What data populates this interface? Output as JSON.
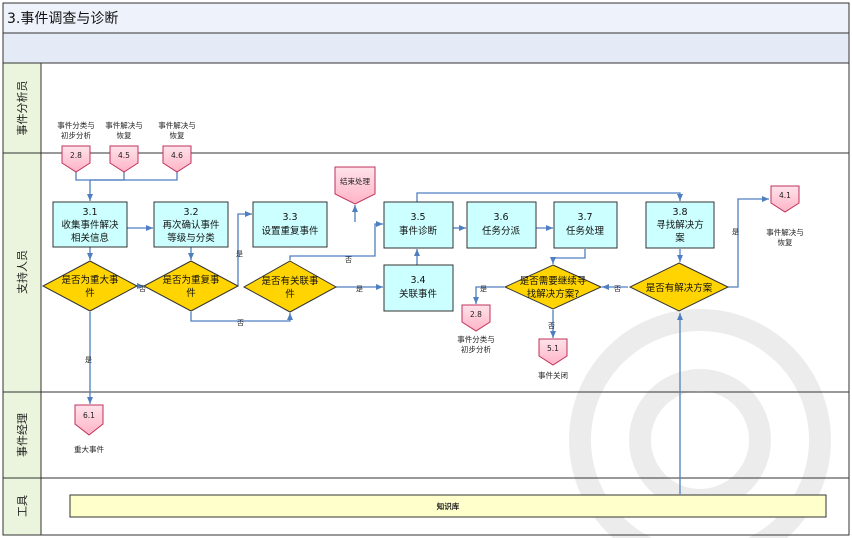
{
  "title": "3.事件调查与诊断",
  "lanes": [
    {
      "key": "analyst",
      "label": "事件分析员"
    },
    {
      "key": "support",
      "label": "支持人员"
    },
    {
      "key": "manager",
      "label": "事件经理"
    },
    {
      "key": "tools",
      "label": "工具"
    }
  ],
  "connectors": {
    "c28_top": {
      "code": "2.8",
      "caption": [
        "事件分类与",
        "初步分析"
      ]
    },
    "c45": {
      "code": "4.5",
      "caption": [
        "事件解决与",
        "恢复"
      ]
    },
    "c46": {
      "code": "4.6",
      "caption": [
        "事件解决与",
        "恢复"
      ]
    },
    "c_end": {
      "code": "结束处理"
    },
    "c41": {
      "code": "4.1",
      "caption": [
        "事件解决与",
        "恢复"
      ]
    },
    "c28_mid": {
      "code": "2.8",
      "caption": [
        "事件分类与",
        "初步分析"
      ]
    },
    "c51": {
      "code": "5.1",
      "caption": [
        "事件关闭"
      ]
    },
    "c61": {
      "code": "6.1",
      "caption": [
        "重大事件"
      ]
    }
  },
  "processes": {
    "p31": {
      "num": "3.1",
      "lines": [
        "收集事件解决",
        "相关信息"
      ]
    },
    "p32": {
      "num": "3.2",
      "lines": [
        "再次确认事件",
        "等级与分类"
      ]
    },
    "p33": {
      "num": "3.3",
      "lines": [
        "设置重复事件"
      ]
    },
    "p35": {
      "num": "3.5",
      "lines": [
        "事件诊断"
      ]
    },
    "p36": {
      "num": "3.6",
      "lines": [
        "任务分派"
      ]
    },
    "p37": {
      "num": "3.7",
      "lines": [
        "任务处理"
      ]
    },
    "p38": {
      "num": "3.8",
      "lines": [
        "寻找解决方",
        "案"
      ]
    },
    "p34": {
      "num": "3.4",
      "lines": [
        "关联事件"
      ]
    }
  },
  "decisions": {
    "d1": {
      "lines": [
        "是否为重大事",
        "件"
      ]
    },
    "d2": {
      "lines": [
        "是否为重复事",
        "件"
      ]
    },
    "d3": {
      "lines": [
        "是否有关联事",
        "件"
      ]
    },
    "d4": {
      "lines": [
        "是否需要继续寻",
        "找解决方案?"
      ]
    },
    "d5": {
      "lines": [
        "是否有解决方案"
      ]
    }
  },
  "edge_labels": {
    "yes": "是",
    "no": "否"
  },
  "tool": {
    "label": "知识库"
  },
  "colors": {
    "process_fill": "#ccffff",
    "decision_fill": "#ffd400",
    "connector_fill": "#ffc8d6",
    "connector_stroke": "#c0305a",
    "tool_fill": "#ffffcc",
    "lane_header_fill": "#ebf4dc",
    "title_fill": "#eef2fa",
    "arrow": "#4f7fc0"
  }
}
